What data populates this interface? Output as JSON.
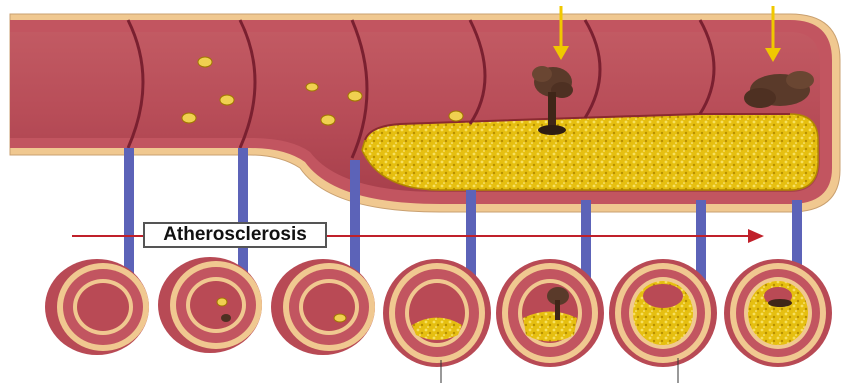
{
  "diagram": {
    "process_label": "Atherosclerosis",
    "stage_count": 7,
    "plaque_levels": [
      0,
      0.05,
      0.1,
      0.35,
      0.5,
      0.55,
      0.6
    ],
    "colors": {
      "artery_outer": "#f0c890",
      "artery_wall": "#c0505a",
      "artery_lumen": "#b94a55",
      "artery_dark": "#7a2030",
      "plaque": "#e8c000",
      "clot": "#5a3a2a",
      "connector": "#5c63b8",
      "arrow": "#c0202a",
      "pointer": "#f0c800"
    }
  }
}
